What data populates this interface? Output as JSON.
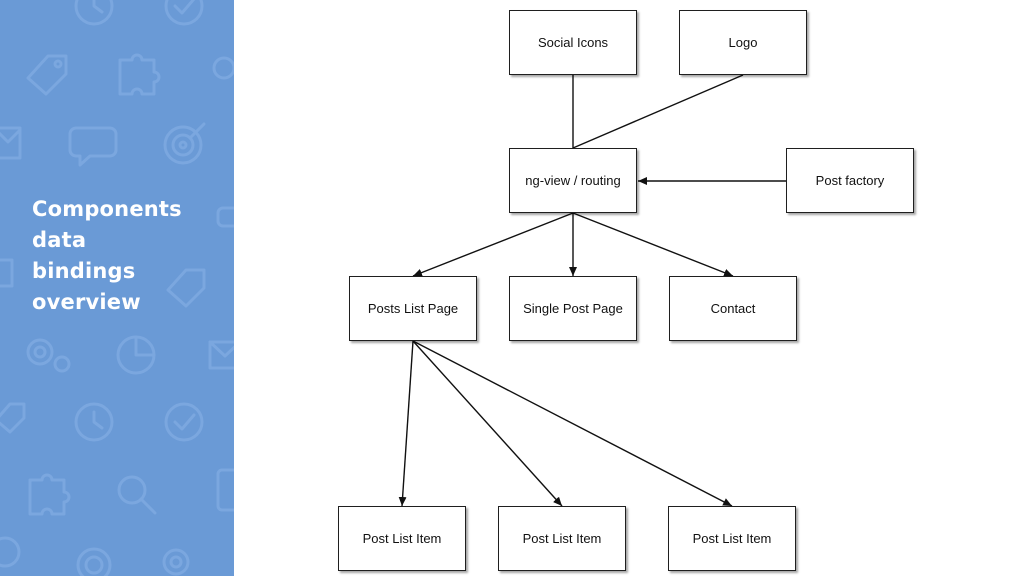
{
  "sidebar": {
    "title_lines": [
      "Components",
      "data",
      "bindings",
      "overview"
    ],
    "background_color": "#6a9ad6",
    "pattern_icons": [
      "clock-icon",
      "checkmark-icon",
      "tag-icon",
      "puzzle-icon",
      "chat-bubble-icon",
      "target-icon",
      "gear-icon",
      "pie-chart-icon",
      "envelope-icon",
      "magnifier-icon"
    ]
  },
  "diagram": {
    "nodes": {
      "social_icons": "Social Icons",
      "logo": "Logo",
      "routing": "ng-view / routing",
      "post_factory": "Post factory",
      "posts_list_page": "Posts List Page",
      "single_post_page": "Single Post Page",
      "contact": "Contact",
      "post_list_item_1": "Post List Item",
      "post_list_item_2": "Post List Item",
      "post_list_item_3": "Post List Item"
    },
    "edges": [
      {
        "from": "Social Icons",
        "to": "ng-view / routing",
        "arrow": false
      },
      {
        "from": "Logo",
        "to": "ng-view / routing",
        "arrow": false
      },
      {
        "from": "Post factory",
        "to": "ng-view / routing",
        "arrow": true
      },
      {
        "from": "ng-view / routing",
        "to": "Posts List Page",
        "arrow": true
      },
      {
        "from": "ng-view / routing",
        "to": "Single Post Page",
        "arrow": true
      },
      {
        "from": "ng-view / routing",
        "to": "Contact",
        "arrow": true
      },
      {
        "from": "Posts List Page",
        "to": "Post List Item",
        "arrow": true
      },
      {
        "from": "Posts List Page",
        "to": "Post List Item",
        "arrow": true
      },
      {
        "from": "Posts List Page",
        "to": "Post List Item",
        "arrow": true
      }
    ]
  }
}
